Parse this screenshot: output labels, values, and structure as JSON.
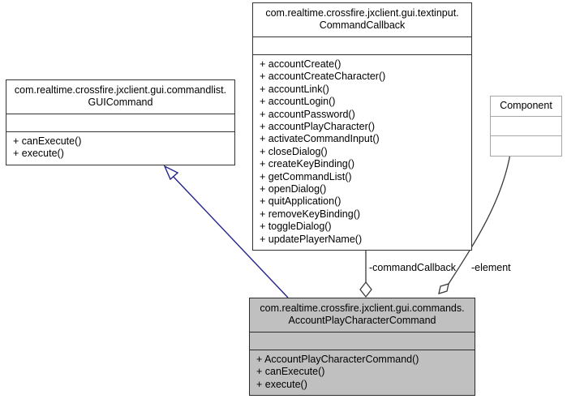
{
  "diagram": {
    "title": "UML class diagram for AccountPlayCharacterCommand",
    "type": "uml-class-diagram",
    "colors": {
      "background": "#ffffff",
      "box_border": "#333333",
      "focus_fill": "#c0c0c0",
      "external_border": "#a6a6a6",
      "generalization_line": "#24248c",
      "association_line": "#3a3a3a"
    }
  },
  "classes": {
    "command_callback": {
      "name": "com.realtime.crossfire.jxclient.gui.textinput.\nCommandCallback",
      "attributes": [],
      "operations": [
        "+ accountCreate()",
        "+ accountCreateCharacter()",
        "+ accountLink()",
        "+ accountLogin()",
        "+ accountPassword()",
        "+ accountPlayCharacter()",
        "+ activateCommandInput()",
        "+ closeDialog()",
        "+ createKeyBinding()",
        "+ getCommandList()",
        "+ openDialog()",
        "+ quitApplication()",
        "+ removeKeyBinding()",
        "+ toggleDialog()",
        "+ updatePlayerName()"
      ]
    },
    "gui_command": {
      "name": "com.realtime.crossfire.jxclient.gui.commandlist.\nGUICommand",
      "attributes": [],
      "operations": [
        "+ canExecute()",
        "+ execute()"
      ]
    },
    "component": {
      "name": "Component",
      "attributes": [],
      "operations": []
    },
    "account_play_character_command": {
      "name": "com.realtime.crossfire.jxclient.gui.commands.\nAccountPlayCharacterCommand",
      "attributes": [],
      "operations": [
        "+ AccountPlayCharacterCommand()",
        "+ canExecute()",
        "+ execute()"
      ]
    }
  },
  "edges": {
    "generalization": {
      "label": "",
      "from": "account_play_character_command",
      "to": "gui_command",
      "arrow": "hollow-triangle"
    },
    "command_callback_assoc": {
      "label": "-commandCallback",
      "from": "account_play_character_command",
      "to": "command_callback",
      "arrow": "hollow-diamond"
    },
    "element_assoc": {
      "label": "-element",
      "from": "account_play_character_command",
      "to": "component",
      "arrow": "hollow-diamond"
    }
  }
}
